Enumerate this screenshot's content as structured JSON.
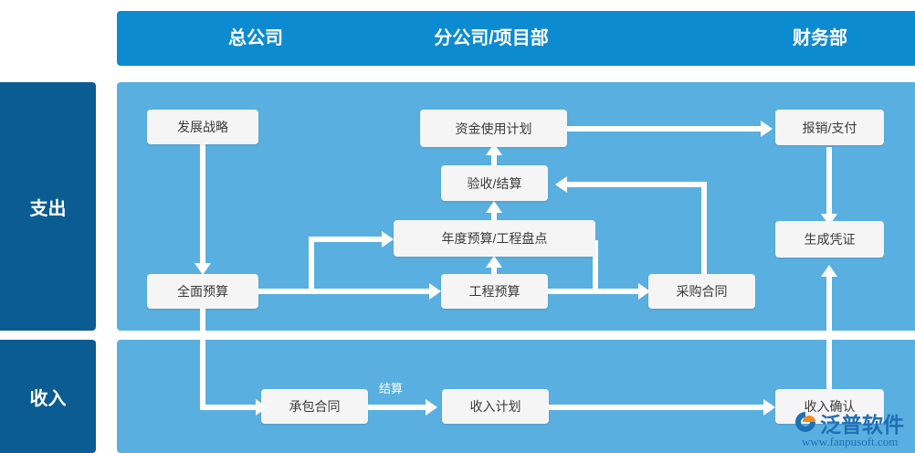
{
  "header": {
    "columns": [
      {
        "label": "总公司"
      },
      {
        "label": "分公司/项目部"
      },
      {
        "label": "财务部"
      }
    ],
    "background_color": "#0d8bd1"
  },
  "sidebar": {
    "background_color": "#0a5c92",
    "items": [
      {
        "label": "支出"
      },
      {
        "label": "收入"
      }
    ]
  },
  "panels": {
    "background_color": "#59b0e0",
    "expense": {
      "name": "支出"
    },
    "income": {
      "name": "收入"
    }
  },
  "flow": {
    "node_color": "#f5f5f5",
    "connector_color": "#ffffff",
    "expense_nodes": [
      {
        "id": "fazhan-zhanlue",
        "label": "发展战略"
      },
      {
        "id": "quanmian-yusuan",
        "label": "全面预算"
      },
      {
        "id": "zijin-shiyong-jihua",
        "label": "资金使用计划"
      },
      {
        "id": "yanshou-jiesuan",
        "label": "验收/结算"
      },
      {
        "id": "niandu-yusuan-gongcheng-pandian",
        "label": "年度预算/工程盘点"
      },
      {
        "id": "gongcheng-yusuan",
        "label": "工程预算"
      },
      {
        "id": "caigou-hetong",
        "label": "采购合同"
      },
      {
        "id": "baoxiao-zhifu",
        "label": "报销/支付"
      },
      {
        "id": "shengcheng-pingzheng",
        "label": "生成凭证"
      }
    ],
    "income_nodes": [
      {
        "id": "chengbao-hetong",
        "label": "承包合同"
      },
      {
        "id": "shouru-jihua",
        "label": "收入计划"
      },
      {
        "id": "shouru-queren",
        "label": "收入确认"
      }
    ],
    "edge_labels": [
      {
        "id": "jiesuan",
        "label": "结算"
      }
    ]
  },
  "watermark": {
    "brand": "泛普软件",
    "url": "www.fanpusoft.com",
    "color": "#1f6fb5"
  }
}
